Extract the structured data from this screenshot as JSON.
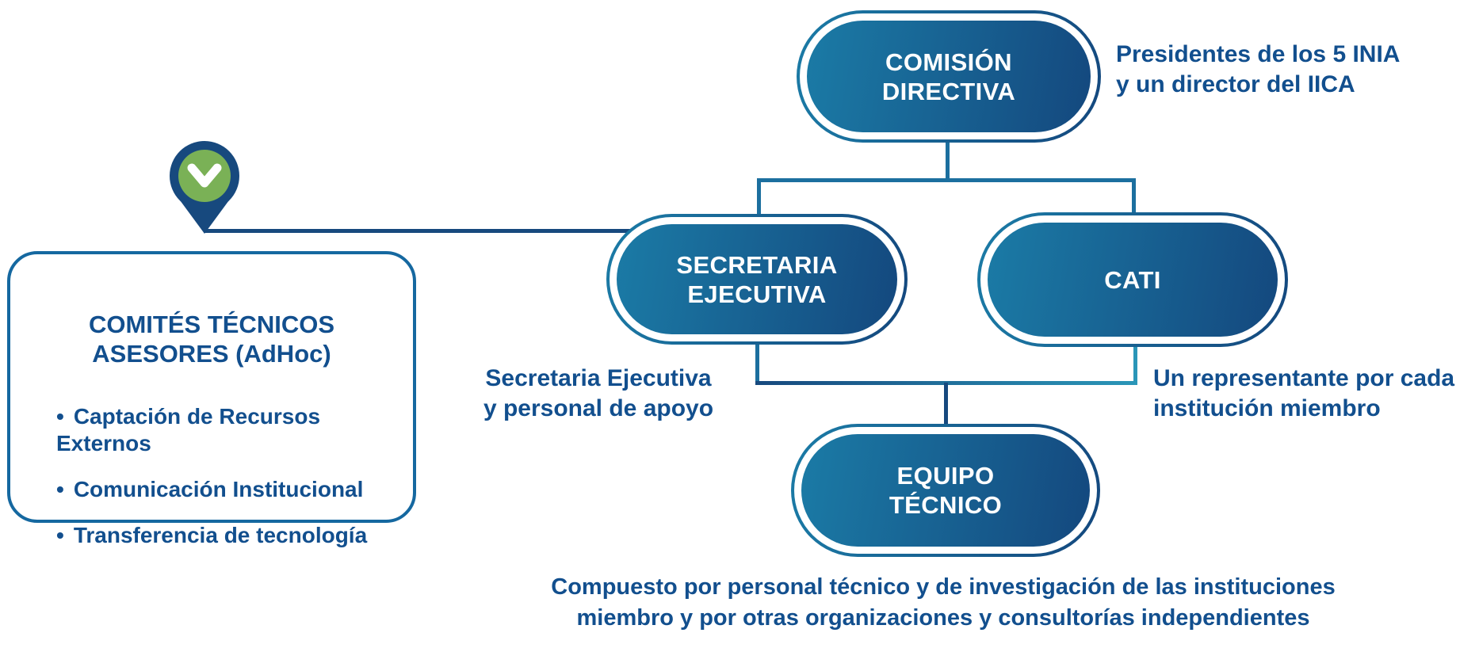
{
  "diagram": {
    "nodes": {
      "comision": {
        "lines": [
          "COMISIÓN",
          "DIRECTIVA"
        ]
      },
      "secretaria": {
        "lines": [
          "SECRETARIA",
          "EJECUTIVA"
        ]
      },
      "cati": {
        "lines": [
          "CATI"
        ]
      },
      "equipo": {
        "lines": [
          "EQUIPO",
          "TÉCNICO"
        ]
      }
    },
    "annotations": {
      "comision_note": {
        "lines": [
          "Presidentes de los 5 INIA",
          "y un director del IICA"
        ]
      },
      "secretaria_note": {
        "lines": [
          "Secretaria Ejecutiva",
          "y personal de apoyo"
        ]
      },
      "cati_note": {
        "lines": [
          "Un representante por cada",
          "institución miembro"
        ]
      },
      "equipo_note": {
        "lines": [
          "Compuesto por personal técnico y de investigación de las instituciones",
          "miembro y por otras organizaciones y consultorías independientes"
        ]
      }
    },
    "side_box": {
      "title": [
        "COMITÉS TÉCNICOS",
        "ASESORES (AdHoc)"
      ],
      "bullet": "•",
      "items": [
        "Captación de Recursos Externos",
        "Comunicación Institucional",
        "Transferencia de tecnología"
      ]
    },
    "colors": {
      "teal": "#1b7ba6",
      "navy": "#14487e",
      "text_blue": "#124f8e",
      "pin_green": "#7ab156",
      "line_blue": "#1c6f9f",
      "pin_navy": "#17497e",
      "line_teal": "#2a96b8"
    }
  }
}
